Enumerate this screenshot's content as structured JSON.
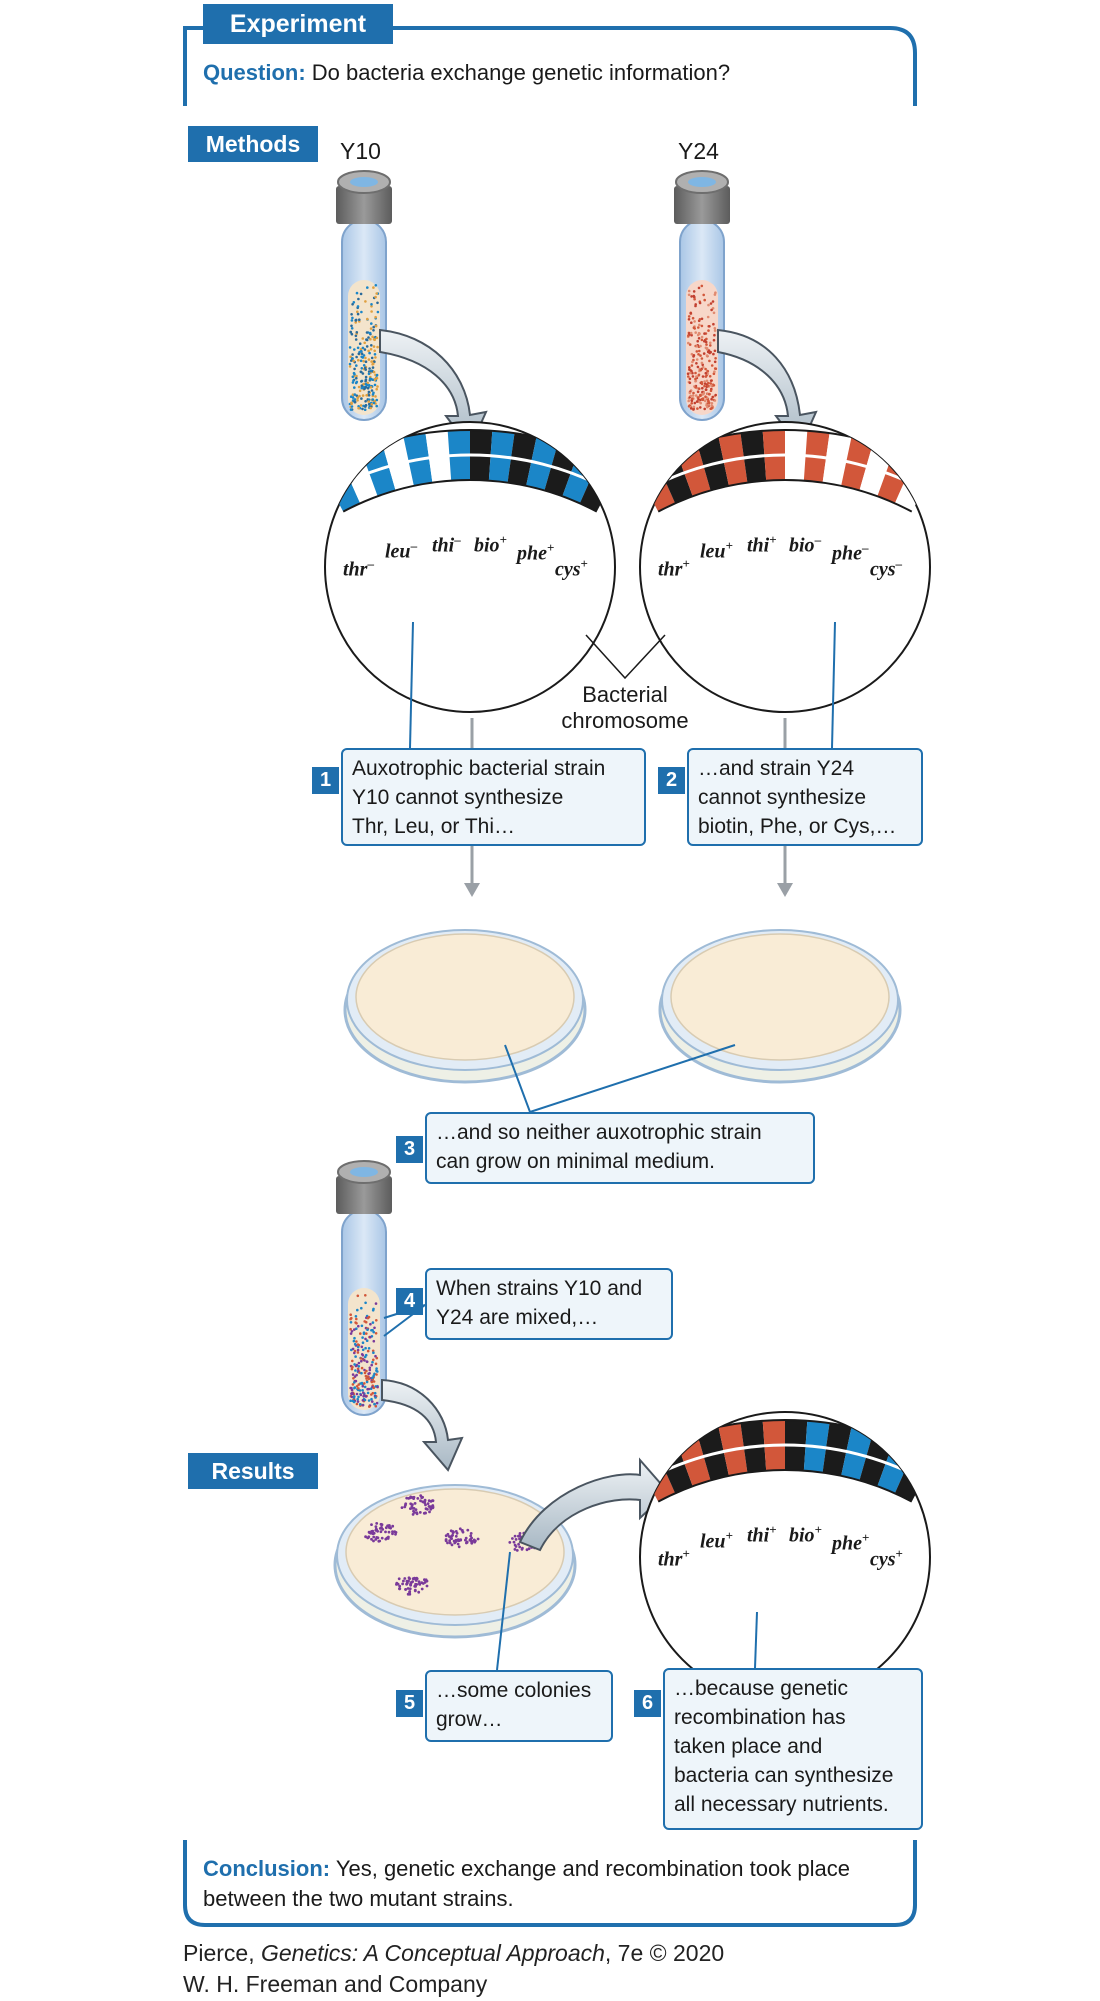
{
  "experiment_header": "Experiment",
  "question": {
    "label": "Question:",
    "text": "Do bacteria exchange genetic information?"
  },
  "methods_header": "Methods",
  "results_header": "Results",
  "strains": {
    "left": "Y10",
    "right": "Y24"
  },
  "genes": {
    "y10": [
      {
        "name": "thr",
        "sign": "–"
      },
      {
        "name": "leu",
        "sign": "–"
      },
      {
        "name": "thi",
        "sign": "–"
      },
      {
        "name": "bio",
        "sign": "+"
      },
      {
        "name": "phe",
        "sign": "+"
      },
      {
        "name": "cys",
        "sign": "+"
      }
    ],
    "y24": [
      {
        "name": "thr",
        "sign": "+"
      },
      {
        "name": "leu",
        "sign": "+"
      },
      {
        "name": "thi",
        "sign": "+"
      },
      {
        "name": "bio",
        "sign": "–"
      },
      {
        "name": "phe",
        "sign": "–"
      },
      {
        "name": "cys",
        "sign": "–"
      }
    ],
    "recombinant": [
      {
        "name": "thr",
        "sign": "+"
      },
      {
        "name": "leu",
        "sign": "+"
      },
      {
        "name": "thi",
        "sign": "+"
      },
      {
        "name": "bio",
        "sign": "+"
      },
      {
        "name": "phe",
        "sign": "+"
      },
      {
        "name": "cys",
        "sign": "+"
      }
    ]
  },
  "chromosome_label": {
    "line1": "Bacterial",
    "line2": "chromosome"
  },
  "steps": [
    {
      "number": "1",
      "lines": [
        "Auxotrophic bacterial strain",
        "Y10 cannot synthesize",
        "Thr, Leu, or Thi…"
      ]
    },
    {
      "number": "2",
      "lines": [
        "…and strain Y24",
        "cannot synthesize",
        "biotin, Phe, or Cys,…"
      ]
    },
    {
      "number": "3",
      "lines": [
        "…and so neither auxotrophic strain",
        "can grow on minimal medium."
      ]
    },
    {
      "number": "4",
      "lines": [
        "When strains Y10 and",
        "Y24 are mixed,…"
      ]
    },
    {
      "number": "5",
      "lines": [
        "…some colonies",
        "grow…"
      ]
    },
    {
      "number": "6",
      "lines": [
        "…because genetic",
        "recombination has",
        "taken place and",
        "bacteria can synthesize",
        "all necessary nutrients."
      ]
    }
  ],
  "conclusion": {
    "label": "Conclusion:",
    "text": "Yes, genetic exchange and recombination took place between the two mutant strains."
  },
  "credit": {
    "line1_pre": "Pierce, ",
    "line1_title": "Genetics: A Conceptual Approach",
    "line1_post": ", 7e © 2020",
    "line2": "W. H. Freeman and Company"
  },
  "colors": {
    "accent": "#1f6fad",
    "y10_blue": "#1b86c8",
    "y24_orange": "#d2573a",
    "dark_band": "#1b1b1b",
    "callout_fill": "#eef5fa",
    "agar": "#f9ecd6",
    "colony_purple": "#7a3a9a"
  }
}
